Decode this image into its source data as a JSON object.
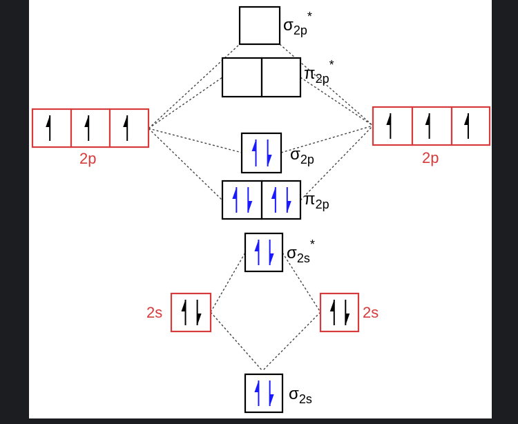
{
  "diagram": {
    "atomic_orbitals": {
      "left_2p": {
        "label": "2p",
        "electrons": [
          "up",
          "up",
          "up"
        ]
      },
      "right_2p": {
        "label": "2p",
        "electrons": [
          "up",
          "up",
          "up"
        ]
      },
      "left_2s": {
        "label": "2s",
        "electrons": [
          "up",
          "down"
        ]
      },
      "right_2s": {
        "label": "2s",
        "electrons": [
          "up",
          "down"
        ]
      }
    },
    "molecular_orbitals": {
      "sigma_2p_star": {
        "symbol": "σ",
        "sub": "2p",
        "sup": "*",
        "electrons": []
      },
      "pi_2p_star": {
        "symbol": "π",
        "sub": "2p",
        "sup": "*",
        "electrons": []
      },
      "sigma_2p": {
        "symbol": "σ",
        "sub": "2p",
        "sup": "",
        "electrons": [
          "up",
          "down"
        ]
      },
      "pi_2p": {
        "symbol": "π",
        "sub": "2p",
        "sup": "",
        "electrons": [
          "up",
          "down",
          "up",
          "down"
        ]
      },
      "sigma_2s_star": {
        "symbol": "σ",
        "sub": "2s",
        "sup": "*",
        "electrons": [
          "up",
          "down"
        ]
      },
      "sigma_2s": {
        "symbol": "σ",
        "sub": "2s",
        "sup": "",
        "electrons": [
          "up",
          "down"
        ]
      }
    },
    "colors": {
      "atomic_box": "#d63a3a",
      "atomic_label": "#d63a3a",
      "atomic_arrow": "#000000",
      "molecular_box": "#000000",
      "molecular_arrow": "#1a1aff",
      "connector": "#444444"
    }
  }
}
